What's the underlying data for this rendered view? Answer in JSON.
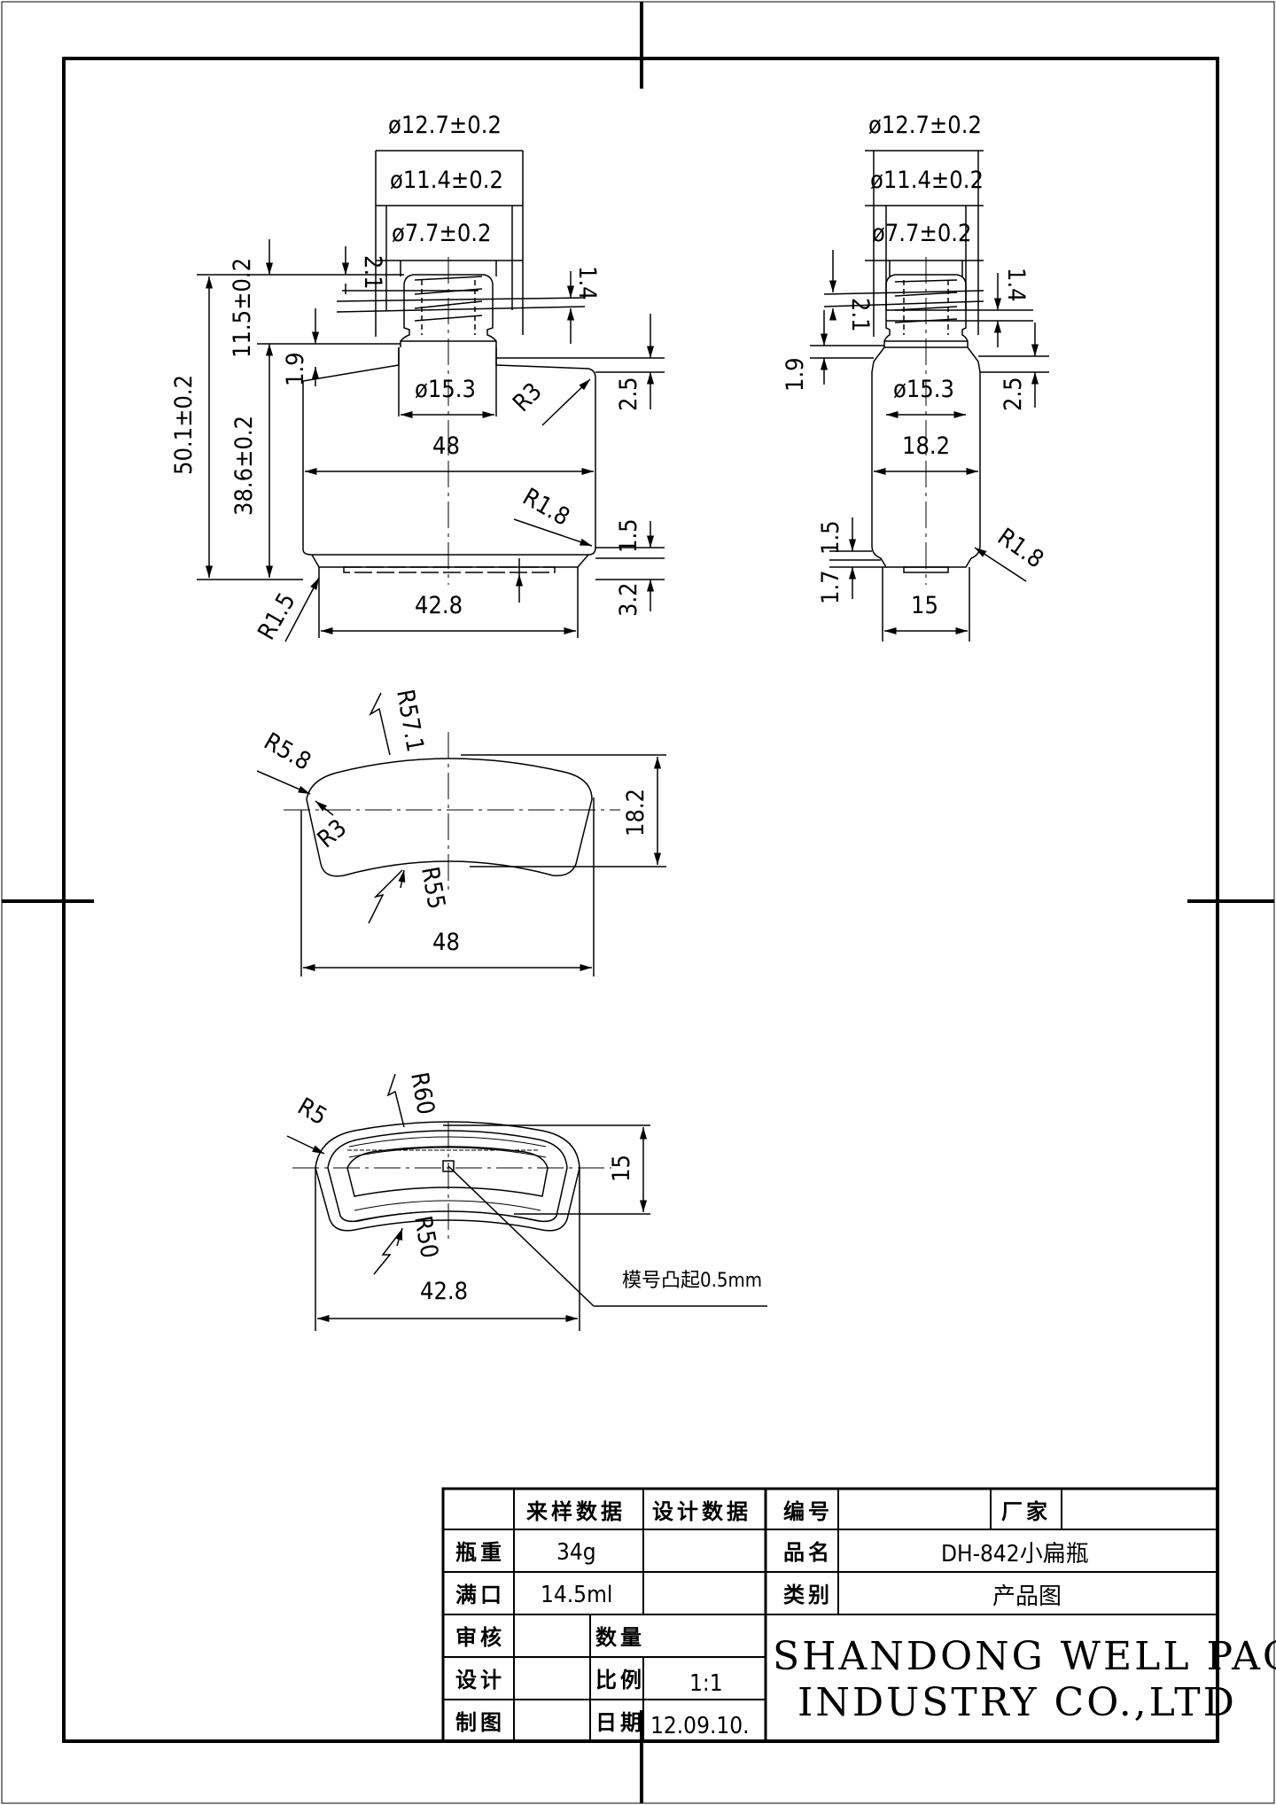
{
  "drawing": {
    "front_view": {
      "d_outer": "ø12.7±0.2",
      "d_thread": "ø11.4±0.2",
      "d_bore": "ø7.7±0.2",
      "thread_h": "2.1",
      "thread_pitch": "1.4",
      "neck_h": "11.5±0.2",
      "overall_h": "50.1±0.2",
      "body_h": "38.6±0.2",
      "neck_ring": "1.9",
      "d_neck": "ø15.3",
      "r_shoulder": "R3",
      "shoulder_h": "2.5",
      "body_w": "48",
      "r_base": "R1.8",
      "base_step": "1.5",
      "r_foot": "R1.5",
      "foot_w": "42.8",
      "foot_h": "3.2"
    },
    "side_view": {
      "d_outer": "ø12.7±0.2",
      "d_thread": "ø11.4±0.2",
      "d_bore": "ø7.7±0.2",
      "thread_h": "2.1",
      "thread_pitch": "1.4",
      "neck_ring": "1.9",
      "d_neck": "ø15.3",
      "shoulder_h": "2.5",
      "body_d": "18.2",
      "base_step": "1.5",
      "foot_h": "1.7",
      "r_base": "R1.8",
      "foot_w": "15"
    },
    "top_view": {
      "r_outer": "R57.1",
      "r_corner": "R5.8",
      "r_inner_corner": "R3",
      "r_inner": "R55",
      "depth": "18.2",
      "width": "48"
    },
    "bottom_view": {
      "r_outer": "R60",
      "r_corner": "R5",
      "r_inner": "R50",
      "depth": "15",
      "width": "42.8",
      "note": "模号凸起0.5mm"
    }
  },
  "title_block": {
    "col_sample": "来样数据",
    "col_design": "设计数据",
    "label_code": "编号",
    "label_maker": "厂家",
    "label_weight": "瓶重",
    "weight": "34g",
    "label_name": "品名",
    "product_name": "DH-842小扁瓶",
    "label_capacity": "满口",
    "capacity": "14.5ml",
    "label_category": "类别",
    "category": "产品图",
    "label_review": "审核",
    "label_qty": "数量",
    "label_design": "设计",
    "label_scale": "比例",
    "scale": "1:1",
    "label_draw": "制图",
    "label_date": "日期",
    "date": "12.09.10.",
    "company_line1": "SHANDONG WELL PACK",
    "company_line2": "INDUSTRY CO.,LTD"
  }
}
